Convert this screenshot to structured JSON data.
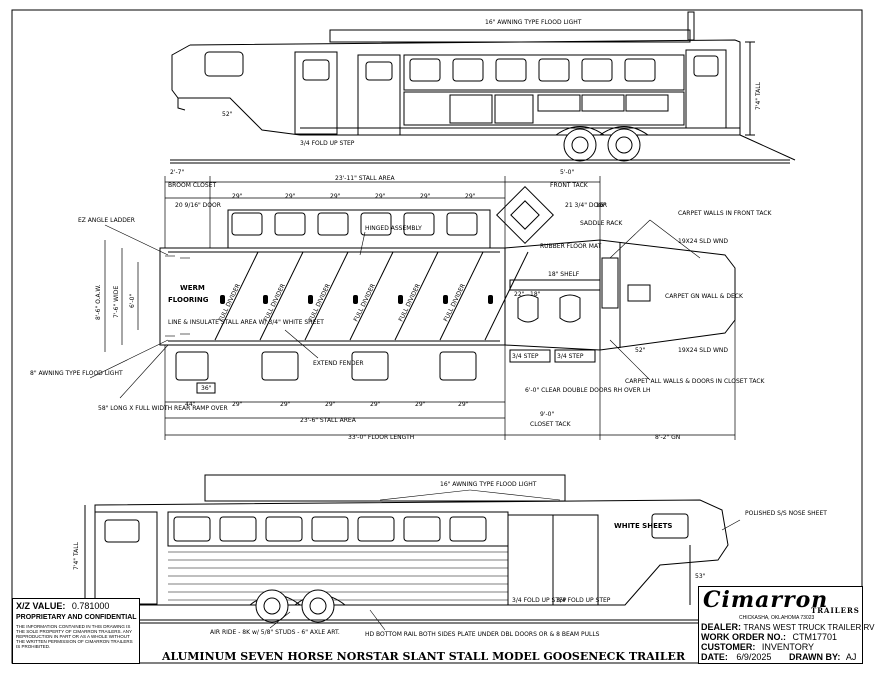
{
  "drawing": {
    "title": "ALUMINUM SEVEN HORSE NORSTAR SLANT STALL MODEL GOOSENECK TRAILER",
    "top_view": {
      "awning_light": "16\" AWNING TYPE FLOOD LIGHT",
      "fold_step": "3/4 FOLD UP STEP",
      "dim_52": "52\"",
      "tall": "7'4\" TALL"
    },
    "plan_view": {
      "broom_closet_dim": "2'-7\"",
      "broom_closet": "BROOM CLOSET",
      "stall_area_top": "23'-11\" STALL AREA",
      "front_tack_dim": "5'-0\"",
      "front_tack": "FRONT TACK",
      "door_width": "20 9/16\" DOOR",
      "door_width2": "21 3/4\" DOOR",
      "ez_angle_ladder": "EZ ANGLE LADDER",
      "hinged_assembly": "HINGED ASSEMBLY",
      "rubber_floor_mat": "RUBBER FLOOR MAT",
      "shelf": "18\" SHELF",
      "saddle_rack": "SADDLE RACK",
      "carpet_front_tack": "CARPET WALLS IN FRONT TACK",
      "vent_top": "19X24 SLD WND",
      "carpet_gn": "CARPET GN WALL & DECK",
      "vent_bottom": "19X24 SLD WND",
      "carpet_closet": "CARPET ALL WALLS & DOORS IN CLOSET TACK",
      "oaw": "8'-6\" O.A.W.",
      "wide_inside": "7'-6\" WIDE",
      "width_6": "6'-0\"",
      "werm": "WERM",
      "flooring": "FLOORING",
      "liner": "LINE & INSULATE STALL AREA W/ 3/4\" WHITE SHEET",
      "extend_fender": "EXTEND FENDER",
      "awning_light_8": "8\" AWNING TYPE FLOOD LIGHT",
      "ramp": "58\" LONG X FULL WIDTH REAR RAMP OVER",
      "stall_area_bottom": "23'-6\" STALL AREA",
      "floor_length": "33'-0\" FLOOR LENGTH",
      "gn": "8'-2\" GN",
      "double_doors": "6'-0\" CLEAR DOUBLE DOORS RH OVER LH",
      "closet_tack_dim": "9'-0\"",
      "closet_tack": "CLOSET TACK",
      "step": "3/4 STEP",
      "dim_52": "52\"",
      "dim_36": "36\"",
      "dim_44": "44\"",
      "dim_18": "18\"",
      "dim_16": "16\"",
      "dim_29": "29\"",
      "dim_22": "22\"",
      "stall_dims": [
        "29\"",
        "29\"",
        "29\"",
        "29\"",
        "29\"",
        "29\""
      ],
      "partition_label": "FULL DIVIDER"
    },
    "side_view": {
      "awning_light": "16\" AWNING TYPE FLOOD LIGHT",
      "white_sheets": "WHITE SHEETS",
      "nose_sheet": "POLISHED S/S NOSE SHEET",
      "tall": "7'4\" TALL",
      "dim_53": "53\"",
      "fold_step_1": "3/4 FOLD UP STEP",
      "fold_step_2": "3/4 FOLD UP STEP",
      "air_ride": "AIR RIDE - 8K w/ 5/8\" STUDS - 6\" AXLE ART.",
      "rub_rail": "HD BOTTOM RAIL BOTH SIDES PLATE UNDER DBL DOORS OR & 8 BEAM PULLS"
    },
    "xz_value_label": "X/Z VALUE:",
    "xz_value": "0.781000",
    "proprietary": "PROPRIETARY AND CONFIDENTIAL",
    "proprietary_text": "THE INFORMATION CONTAINED IN THIS DRAWING IS THE SOLE PROPERTY OF CIMARRON TRAILERS. ANY REPRODUCTION IN PART OR AS A WHOLE WITHOUT THE WRITTEN PERMISSION OF CIMARRON TRAILERS IS PROHIBITED."
  },
  "title_block": {
    "logo": "Cimarron",
    "logo_sub": "TRAILERS",
    "address": "CHICKASHA, OKLAHOMA 73023",
    "dealer_label": "DEALER:",
    "dealer": "TRANS WEST TRUCK TRAILER RV",
    "work_order_label": "WORK ORDER NO.:",
    "work_order": "CTM17701",
    "customer_label": "CUSTOMER:",
    "customer": "INVENTORY",
    "date_label": "DATE:",
    "date": "6/9/2025",
    "drawn_by_label": "DRAWN BY:",
    "drawn_by": "AJ"
  }
}
